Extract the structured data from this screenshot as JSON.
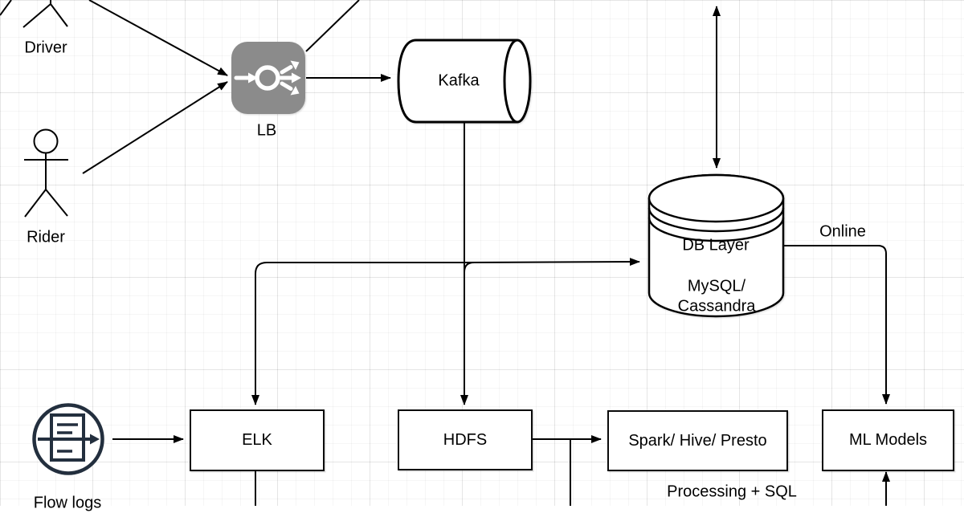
{
  "page": {
    "type": "system-architecture-diagram",
    "style": "drawio-grid-canvas"
  },
  "nodes": {
    "driver": {
      "label": "Driver"
    },
    "rider": {
      "label": "Rider"
    },
    "lb": {
      "label": "LB"
    },
    "kafka": {
      "label": "Kafka"
    },
    "db": {
      "line1": "DB Layer",
      "line2": "MySQL/",
      "line3": "Cassandra"
    },
    "elk": {
      "label": "ELK"
    },
    "hdfs": {
      "label": "HDFS"
    },
    "spark": {
      "label": "Spark/ Hive/ Presto"
    },
    "ml": {
      "label": "ML Models"
    },
    "flow_logs": {
      "label": "Flow logs"
    }
  },
  "edge_labels": {
    "online": "Online",
    "processing": "Processing + SQL"
  },
  "icons": {
    "lb": "load-balancer-fanout-icon",
    "flow_logs": "flow-logs-document-arrow-icon",
    "kafka": "horizontal-cylinder",
    "db": "database-cylinder",
    "driver": "stick-figure-partial",
    "rider": "stick-figure"
  },
  "colors": {
    "line": "#000000",
    "box_border": "#0a0a0a",
    "box_fill": "#ffffff",
    "lb_fill": "#8b8b8b",
    "lb_glyph": "#ffffff",
    "flow_logs_stroke": "#232f3e",
    "grid_minor": "#f5f5f5",
    "grid_major": "#ededed"
  }
}
